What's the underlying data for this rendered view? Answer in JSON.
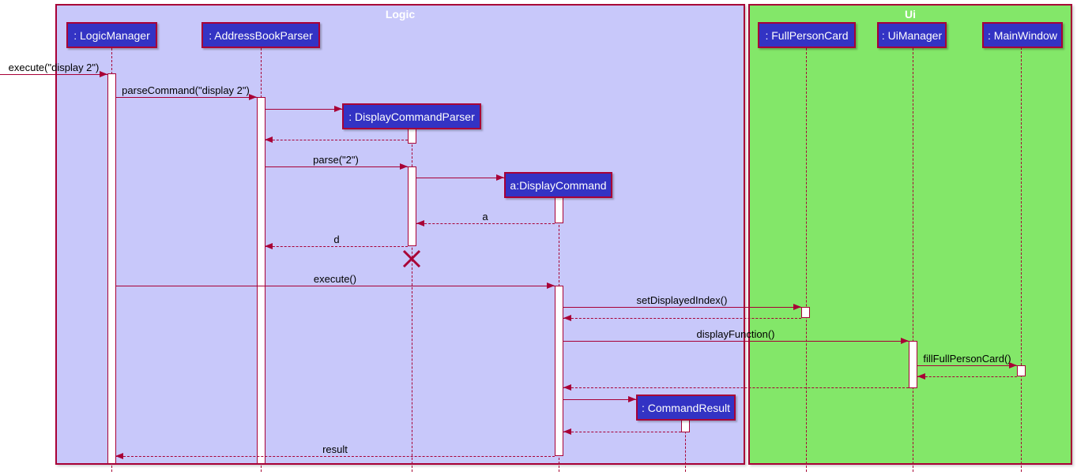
{
  "diagram": {
    "type": "uml-sequence-diagram",
    "frames": [
      {
        "label": "Logic",
        "fill": "#C8C8FA"
      },
      {
        "label": "Ui",
        "fill": "#83E769"
      }
    ],
    "participants": [
      {
        "label": ": LogicManager",
        "frame": "Logic"
      },
      {
        "label": ": AddressBookParser",
        "frame": "Logic"
      },
      {
        "label": ": DisplayCommandParser",
        "frame": "Logic"
      },
      {
        "label": "a:DisplayCommand",
        "frame": "Logic"
      },
      {
        "label": ": CommandResult",
        "frame": "Logic"
      },
      {
        "label": ": FullPersonCard",
        "frame": "Ui"
      },
      {
        "label": ": UiManager",
        "frame": "Ui"
      },
      {
        "label": ": MainWindow",
        "frame": "Ui"
      }
    ],
    "messages": [
      {
        "label": "execute(\"display 2\")",
        "type": "sync",
        "from": "(caller)",
        "to": ": LogicManager"
      },
      {
        "label": "parseCommand(\"display 2\")",
        "type": "sync",
        "from": ": LogicManager",
        "to": ": AddressBookParser"
      },
      {
        "label": "",
        "type": "create",
        "from": ": AddressBookParser",
        "to": ": DisplayCommandParser"
      },
      {
        "label": "",
        "type": "return",
        "from": ": DisplayCommandParser",
        "to": ": AddressBookParser"
      },
      {
        "label": "parse(\"2\")",
        "type": "sync",
        "from": ": AddressBookParser",
        "to": ": DisplayCommandParser"
      },
      {
        "label": "",
        "type": "create",
        "from": ": DisplayCommandParser",
        "to": "a:DisplayCommand"
      },
      {
        "label": "a",
        "type": "return",
        "from": "a:DisplayCommand",
        "to": ": DisplayCommandParser"
      },
      {
        "label": "d",
        "type": "return",
        "from": ": DisplayCommandParser",
        "to": ": AddressBookParser"
      },
      {
        "label": "execute()",
        "type": "sync",
        "from": ": LogicManager",
        "to": "a:DisplayCommand"
      },
      {
        "label": "setDisplayedIndex()",
        "type": "sync",
        "from": "a:DisplayCommand",
        "to": ": FullPersonCard"
      },
      {
        "label": "",
        "type": "return",
        "from": ": FullPersonCard",
        "to": "a:DisplayCommand"
      },
      {
        "label": "displayFunction()",
        "type": "sync",
        "from": "a:DisplayCommand",
        "to": ": UiManager"
      },
      {
        "label": "fillFullPersonCard()",
        "type": "sync",
        "from": ": UiManager",
        "to": ": MainWindow"
      },
      {
        "label": "",
        "type": "return",
        "from": ": MainWindow",
        "to": ": UiManager"
      },
      {
        "label": "",
        "type": "return",
        "from": ": UiManager",
        "to": "a:DisplayCommand"
      },
      {
        "label": "",
        "type": "create",
        "from": "a:DisplayCommand",
        "to": ": CommandResult"
      },
      {
        "label": "",
        "type": "return",
        "from": ": CommandResult",
        "to": "a:DisplayCommand"
      },
      {
        "label": "result",
        "type": "return",
        "from": "a:DisplayCommand",
        "to": ": LogicManager"
      }
    ],
    "destroy": {
      "target": ": DisplayCommandParser"
    }
  },
  "colors": {
    "frame-logic": "#C8C8FA",
    "frame-ui": "#83E769",
    "participant-fill": "#3333C4",
    "participant-text": "#FDFDFD",
    "line": "#A80036",
    "label-text": "#000000",
    "frame-title-text": "#FFFFFF"
  }
}
